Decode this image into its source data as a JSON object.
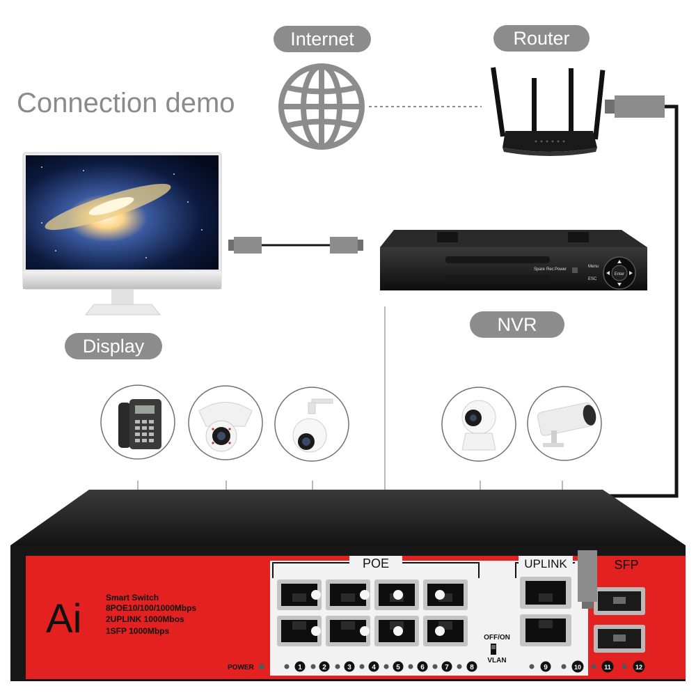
{
  "heading": "Connection demo",
  "labels": {
    "internet": "Internet",
    "router": "Router",
    "nvr": "NVR",
    "display": "Display"
  },
  "nvr_panel": {
    "buttons": [
      "Spare",
      "Rec",
      "Power"
    ],
    "menu": "Menu",
    "esc": "ESC",
    "enter": "Enter"
  },
  "devices": [
    "phone-icon",
    "dome-camera-icon",
    "ptz-camera-icon",
    "indoor-camera-icon",
    "bullet-camera-icon"
  ],
  "switch": {
    "logo": "Ai",
    "spec_lines": [
      "Smart Switch",
      "8POE10/100/1000Mbps",
      "2UPLINK 1000Mbos",
      "1SFP 1000Mbps"
    ],
    "poe_label": "POE",
    "uplink_label": "UPLINK",
    "sfp_label": "SFP",
    "switch_top": "OFF/ON",
    "switch_bottom": "VLAN",
    "power_label": "POWER",
    "port_numbers": [
      "1",
      "2",
      "3",
      "4",
      "5",
      "6",
      "7",
      "8",
      "9",
      "10",
      "11",
      "12"
    ]
  },
  "colors": {
    "pill": "#8c8c8c",
    "heading": "#8a8a8a",
    "switch_red": "#e32121",
    "switch_body": "#222222"
  }
}
